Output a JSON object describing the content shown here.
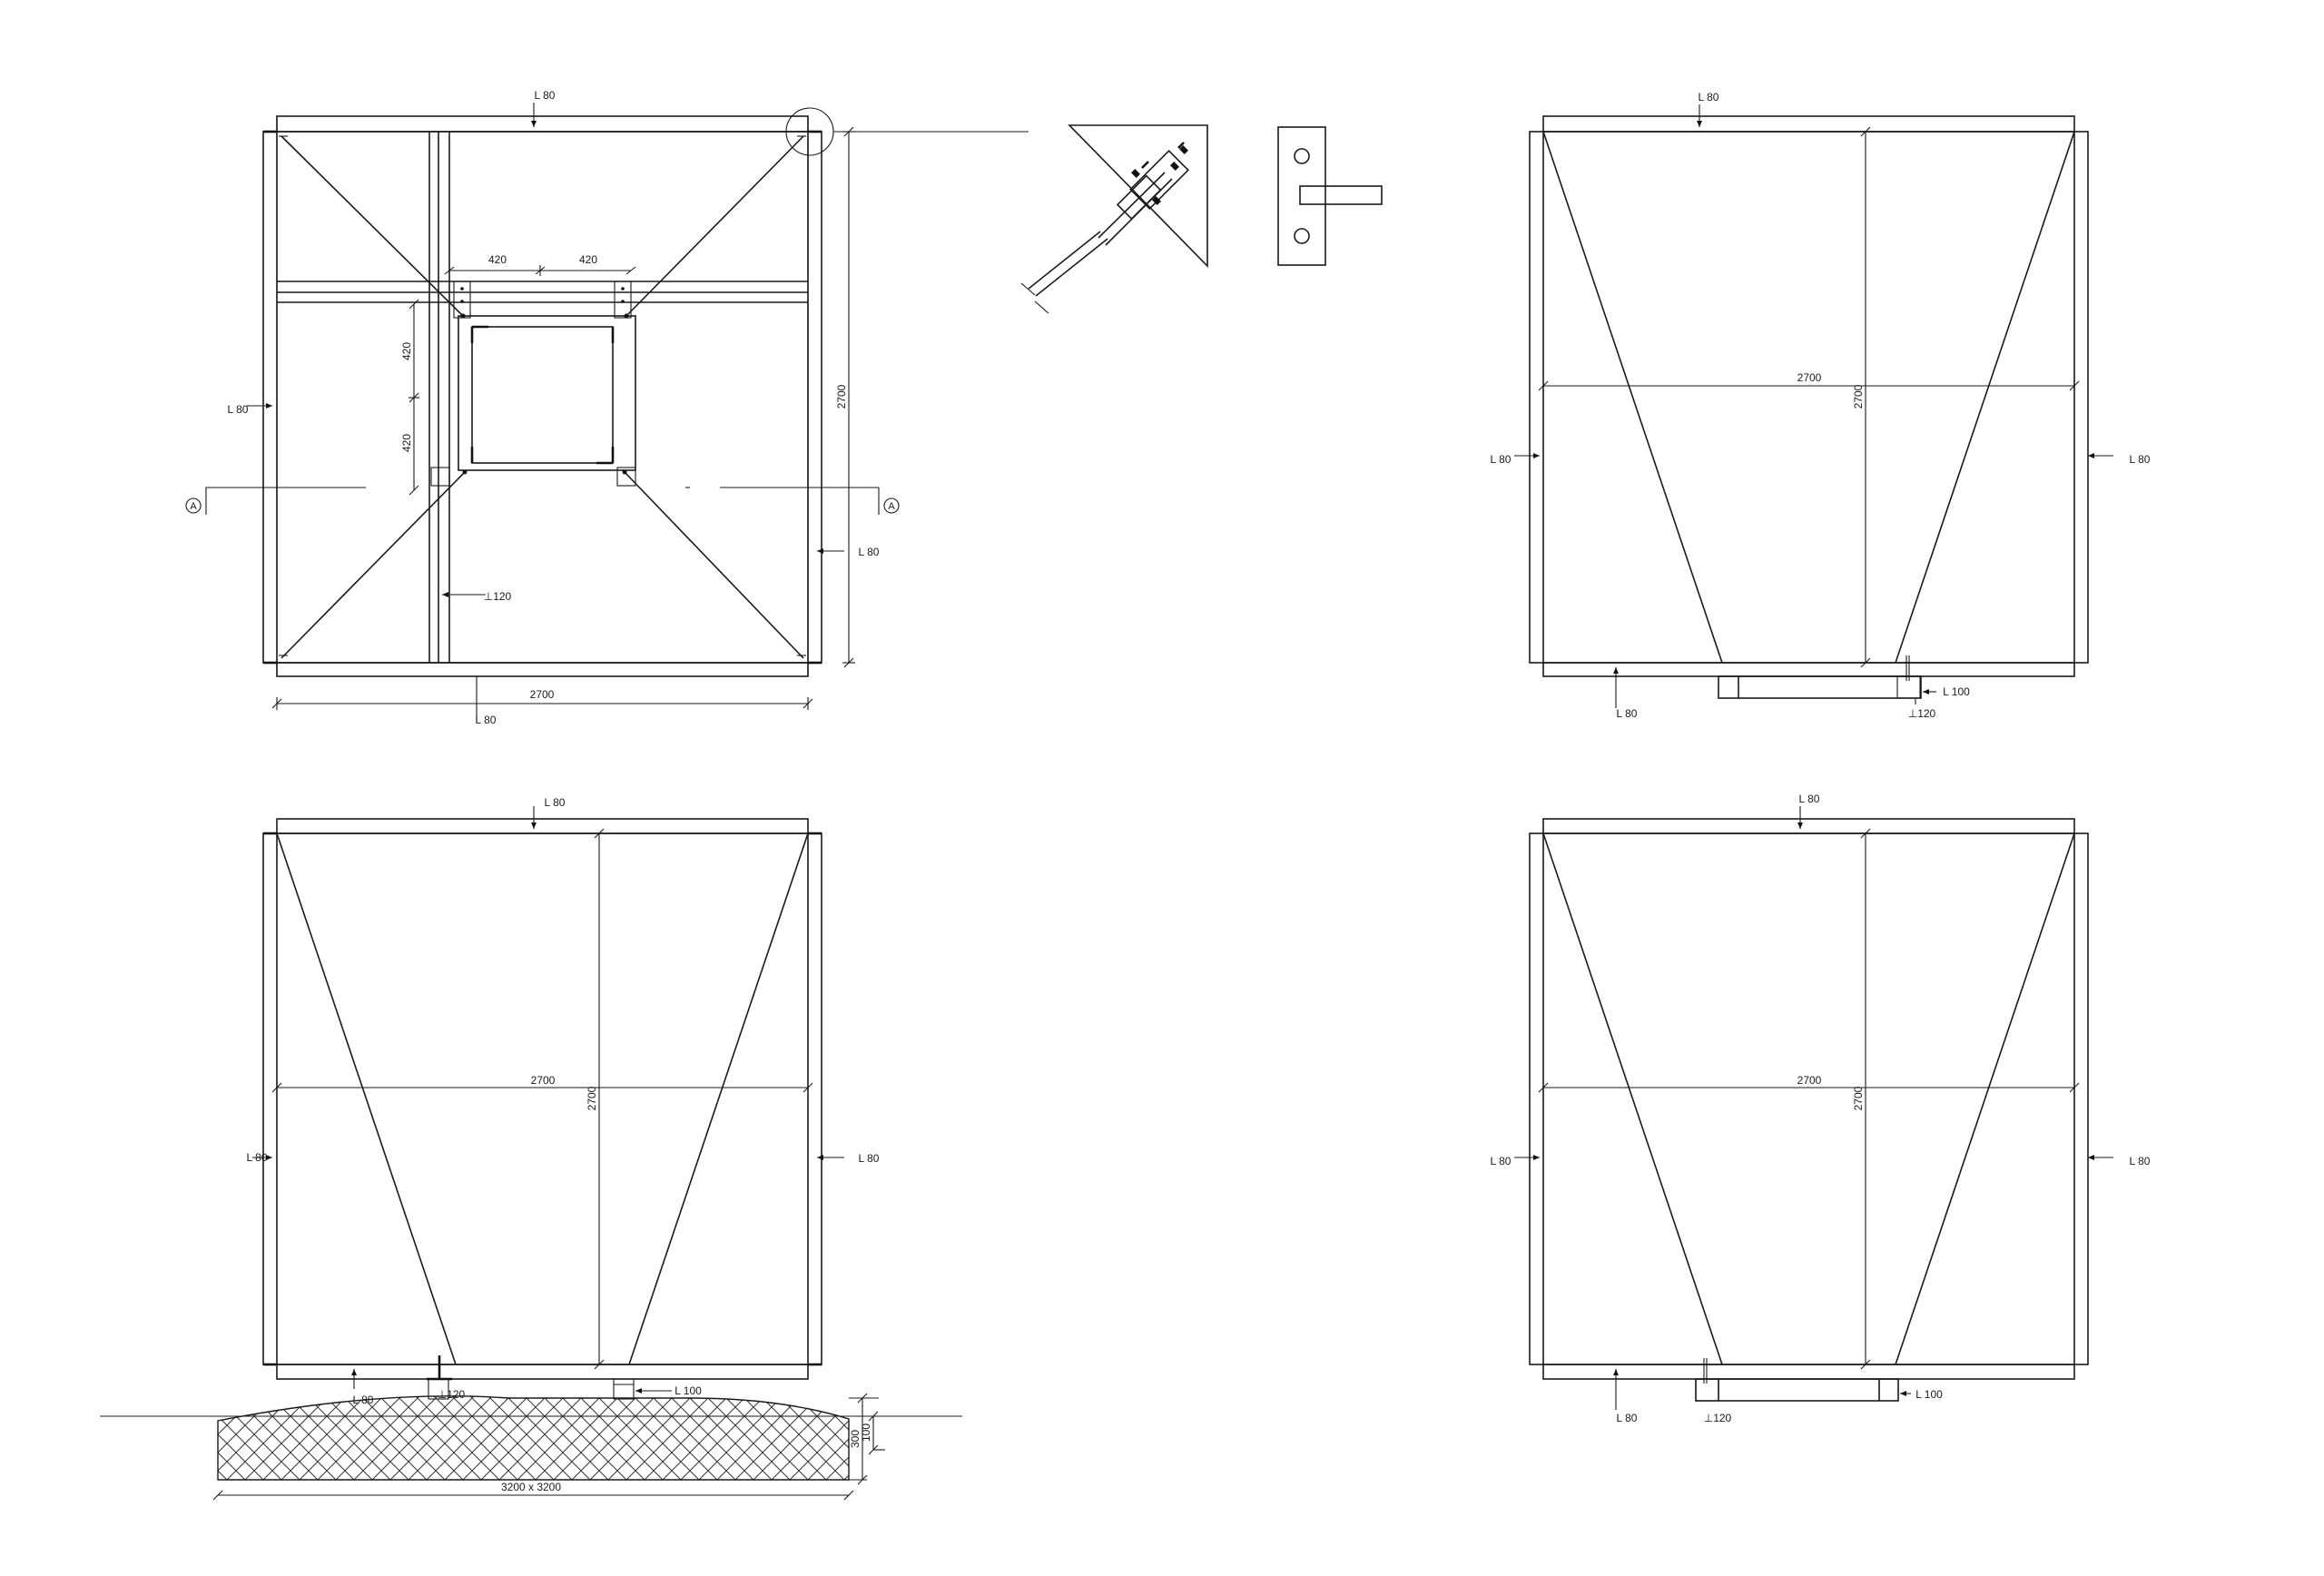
{
  "labels": {
    "angle_80": "L 80",
    "angle_100": "L 100",
    "tee_120": "⊥120",
    "dim_2700": "2700",
    "dim_420": "420",
    "dim_300": "300",
    "dim_100": "100",
    "footing": "3200 x 3200",
    "section_marker": "A"
  },
  "colors": {
    "line": "#1a1a1a",
    "hatch": "#333333",
    "background": "#ffffff"
  }
}
